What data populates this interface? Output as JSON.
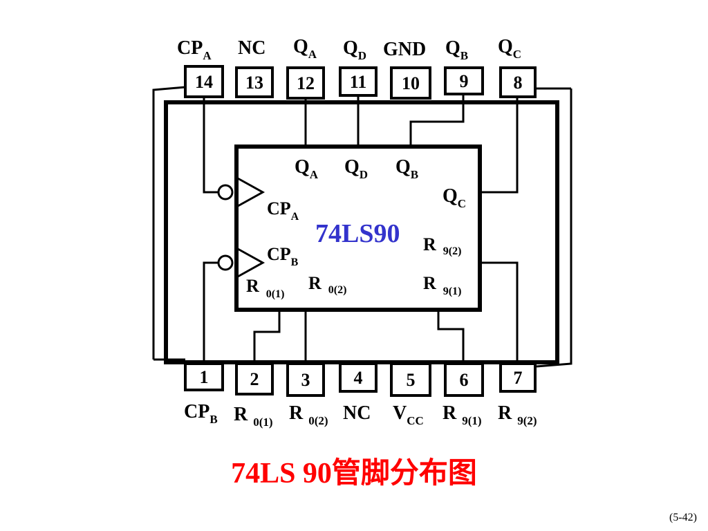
{
  "colors": {
    "line": "#000000",
    "chip_label": "#3333cc",
    "caption": "#ff0000"
  },
  "top_pins": [
    {
      "number": "14",
      "label": "CP",
      "sub": "A"
    },
    {
      "number": "13",
      "label": "NC",
      "sub": ""
    },
    {
      "number": "12",
      "label": "Q",
      "sub": "A"
    },
    {
      "number": "11",
      "label": "Q",
      "sub": "D"
    },
    {
      "number": "10",
      "label": "GND",
      "sub": ""
    },
    {
      "number": "9",
      "label": "Q",
      "sub": "B"
    },
    {
      "number": "8",
      "label": "Q",
      "sub": "C"
    }
  ],
  "bottom_pins": [
    {
      "number": "1",
      "label": "CP",
      "sub": "B"
    },
    {
      "number": "2",
      "label": "R",
      "sub": "0(1)"
    },
    {
      "number": "3",
      "label": "R",
      "sub": "0(2)"
    },
    {
      "number": "4",
      "label": "NC",
      "sub": ""
    },
    {
      "number": "5",
      "label": "V",
      "sub": "CC"
    },
    {
      "number": "6",
      "label": "R",
      "sub": "9(1)"
    },
    {
      "number": "7",
      "label": "R",
      "sub": "9(2)"
    }
  ],
  "chip": {
    "name": "74LS90",
    "inner": {
      "qa": {
        "label": "Q",
        "sub": "A"
      },
      "qd": {
        "label": "Q",
        "sub": "D"
      },
      "qb": {
        "label": "Q",
        "sub": "B"
      },
      "qc": {
        "label": "Q",
        "sub": "C"
      },
      "cpa": {
        "label": "CP",
        "sub": "A"
      },
      "cpb": {
        "label": "CP",
        "sub": "B"
      },
      "r92": {
        "label": "R",
        "sub": "9(2)"
      },
      "r01": {
        "label": "R",
        "sub": "0(1)"
      },
      "r02": {
        "label": "R",
        "sub": "0(2)"
      },
      "r91": {
        "label": "R",
        "sub": "9(1)"
      }
    }
  },
  "caption": "74LS 90管脚分布图",
  "page_number": "(5-42)"
}
